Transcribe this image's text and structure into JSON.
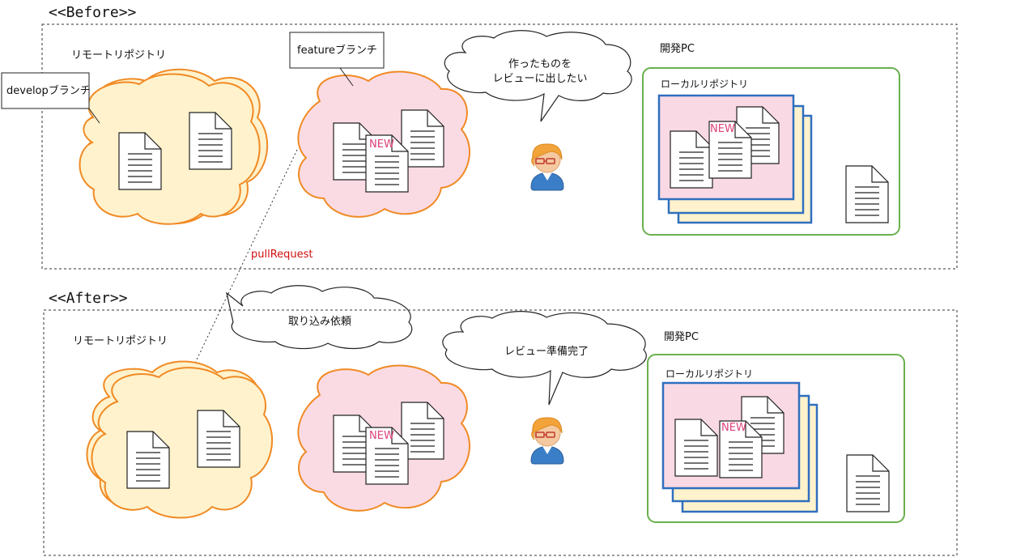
{
  "before": {
    "heading": "<<Before>>",
    "remote_repo_label": "リモートリポジトリ",
    "develop_branch_label": "developブランチ",
    "feature_branch_label": "featureブランチ",
    "speech_line1": "作ったものを",
    "speech_line2": "レビューに出したい",
    "dev_pc_label": "開発PC",
    "local_repo_label": "ローカルリポジトリ",
    "new_badge_feature": "NEW",
    "new_badge_local": "NEW"
  },
  "arrow": {
    "label": "pullRequest",
    "request_bubble": "取り込み依頼"
  },
  "after": {
    "heading": "<<After>>",
    "remote_repo_label": "リモートリポジトリ",
    "speech": "レビュー準備完了",
    "dev_pc_label": "開発PC",
    "local_repo_label": "ローカルリポジトリ",
    "new_badge_feature": "NEW",
    "new_badge_local": "NEW"
  },
  "colors": {
    "develop_cloud_fill": "#fff2cc",
    "cloud_stroke": "#f08a24",
    "feature_cloud_fill": "#fadbe4",
    "new_text": "#e0407a",
    "local_border": "#2f6fbf",
    "local_front_fill": "#f9d9e4",
    "local_back_fill": "#fff2cc",
    "pc_border": "#6ab04c",
    "pull_request_text": "#d01010"
  }
}
